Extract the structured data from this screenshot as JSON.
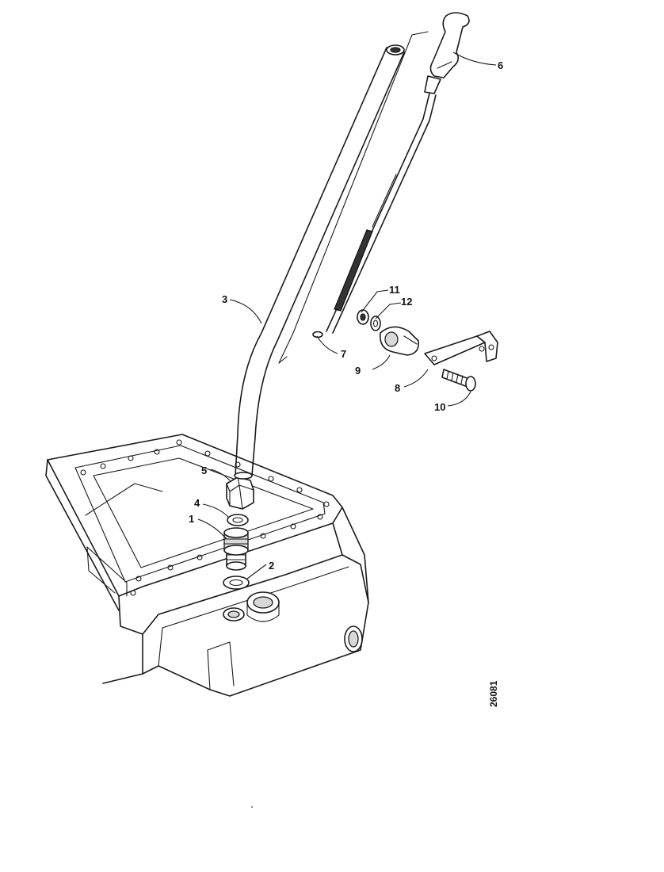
{
  "diagram": {
    "callouts": {
      "c1": "1",
      "c2": "2",
      "c3": "3",
      "c4": "4",
      "c5": "5",
      "c6": "6",
      "c7": "7",
      "c8": "8",
      "c9": "9",
      "c10": "10",
      "c11": "11",
      "c12": "12"
    },
    "reference_number": "26081"
  }
}
